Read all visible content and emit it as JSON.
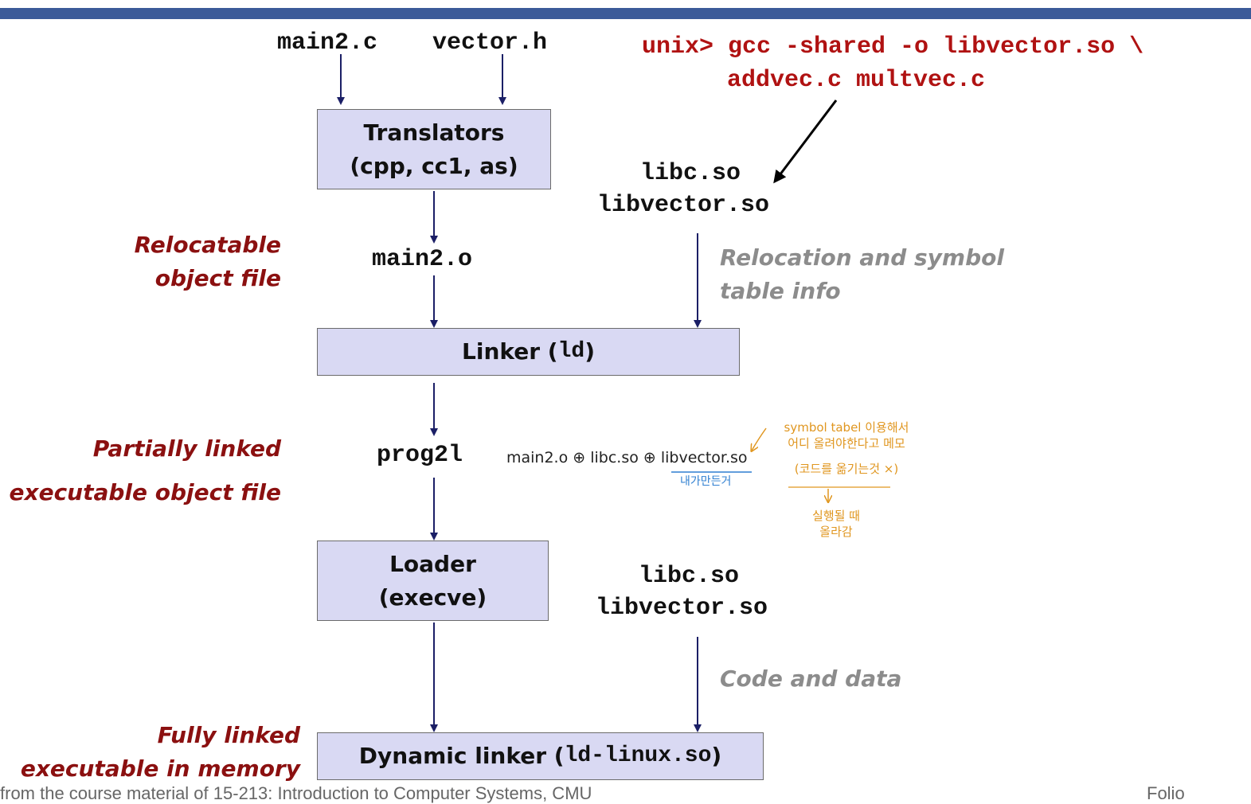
{
  "inputs": {
    "main2_c": "main2.c",
    "vector_h": "vector.h"
  },
  "command": {
    "line1": "unix> gcc -shared -o libvector.so \\",
    "line2": "addvec.c multvec.c"
  },
  "boxes": {
    "translators": {
      "line1": "Translators",
      "line2": "(cpp, cc1, as)"
    },
    "linker": {
      "label": "Linker (",
      "code": "ld",
      "close": ")"
    },
    "loader": {
      "line1": "Loader",
      "line2": "(execve)"
    },
    "dynamic_linker": {
      "label": "Dynamic linker (",
      "code": "ld-linux.so",
      "close": ")"
    }
  },
  "files": {
    "main2_o": "main2.o",
    "libc_so_top": "libc.so",
    "libvector_so_top": "libvector.so",
    "prog2l": "prog2l",
    "libc_so_bottom": "libc.so",
    "libvector_so_bottom": "libvector.so"
  },
  "stages": {
    "relocatable": {
      "line1": "Relocatable",
      "line2": "object file"
    },
    "partially": {
      "line1": "Partially linked",
      "line2": "executable object file"
    },
    "fully": {
      "line1": "Fully linked",
      "line2": "executable in memory"
    }
  },
  "annotations": {
    "relocation": {
      "line1": "Relocation and symbol",
      "line2": "table info"
    },
    "code_data": "Code and data"
  },
  "handwriting": {
    "composition": "main2.o ⊕ libc.so ⊕ libvector.so",
    "made_by_me": "내가만든거",
    "note_line1": "symbol tabel 이용해서",
    "note_line2": "어디 올려야한다고 메모",
    "note_line3": "(코드를 옮기는것 ×)",
    "note_line4": "실행될 때",
    "note_line5": "올라감"
  },
  "footer": {
    "left": "from the course material of 15-213: Introduction to Computer Systems, CMU",
    "right": "Folio"
  },
  "colors": {
    "bar": "#3b5a99",
    "box": "#d9d9f3",
    "stage": "#8b1010",
    "command": "#b01212",
    "arrow": "#1b1f66",
    "note": "#e0961f",
    "underline": "#2f7fd1"
  }
}
